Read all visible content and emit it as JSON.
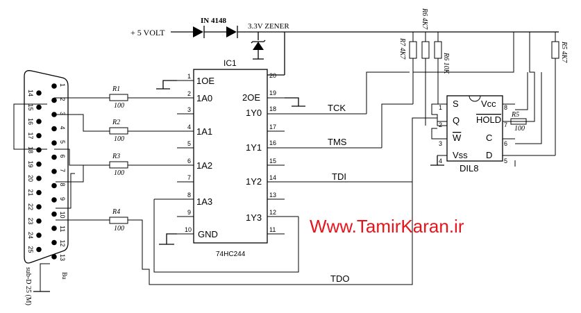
{
  "diagram": {
    "supply_label": "+ 5 VOLT",
    "diode_label": "IN 4148",
    "zener_label": "3.3V ZENER",
    "ic1": {
      "ref": "IC1",
      "part": "74HC244",
      "left_pins": [
        {
          "num": "1",
          "name": "1OE"
        },
        {
          "num": "2",
          "name": "1A0"
        },
        {
          "num": "3",
          "name": ""
        },
        {
          "num": "4",
          "name": "1A1"
        },
        {
          "num": "5",
          "name": ""
        },
        {
          "num": "6",
          "name": "1A2"
        },
        {
          "num": "7",
          "name": ""
        },
        {
          "num": "8",
          "name": "1A3"
        },
        {
          "num": "9",
          "name": ""
        },
        {
          "num": "10",
          "name": "GND"
        }
      ],
      "right_pins": [
        {
          "num": "20",
          "name": ""
        },
        {
          "num": "19",
          "name": "2OE"
        },
        {
          "num": "18",
          "name": "1Y0"
        },
        {
          "num": "17",
          "name": ""
        },
        {
          "num": "16",
          "name": "1Y1"
        },
        {
          "num": "15",
          "name": ""
        },
        {
          "num": "14",
          "name": "1Y2"
        },
        {
          "num": "13",
          "name": ""
        },
        {
          "num": "12",
          "name": "1Y3"
        },
        {
          "num": "11",
          "name": ""
        }
      ]
    },
    "signals": [
      "TCK",
      "TMS",
      "TDI",
      "TDO"
    ],
    "resistors": [
      {
        "ref": "R1",
        "value": "100"
      },
      {
        "ref": "R2",
        "value": "100"
      },
      {
        "ref": "R3",
        "value": "100"
      },
      {
        "ref": "R4",
        "value": "100"
      },
      {
        "ref": "R5",
        "value": "100"
      }
    ],
    "pullups": [
      {
        "ref": "R7",
        "value": "4K7"
      },
      {
        "ref": "R6",
        "value": "4K7"
      },
      {
        "ref": "R6",
        "value": "10K"
      },
      {
        "ref": "R5",
        "value": "4K7"
      }
    ],
    "dil8": {
      "label": "DIL8",
      "left_pins": [
        {
          "num": "1",
          "name": "S"
        },
        {
          "num": "2",
          "name": "Q"
        },
        {
          "num": "3",
          "name": "W"
        },
        {
          "num": "4",
          "name": "Vss"
        }
      ],
      "right_pins": [
        {
          "num": "8",
          "name": "Vcc"
        },
        {
          "num": "7",
          "name": "HOLD"
        },
        {
          "num": "6",
          "name": "C"
        },
        {
          "num": "5",
          "name": "D"
        }
      ]
    },
    "connector": {
      "label": "sub-D 25 (M)",
      "side_label": "Bu",
      "top_row": [
        "1",
        "2",
        "3",
        "4",
        "5",
        "6",
        "7",
        "8",
        "9",
        "10",
        "11",
        "12",
        "13"
      ],
      "bottom_row": [
        "14",
        "15",
        "16",
        "17",
        "18",
        "19",
        "20",
        "21",
        "22",
        "23",
        "24",
        "25"
      ]
    },
    "watermark": "Www.TamirKaran.ir"
  }
}
